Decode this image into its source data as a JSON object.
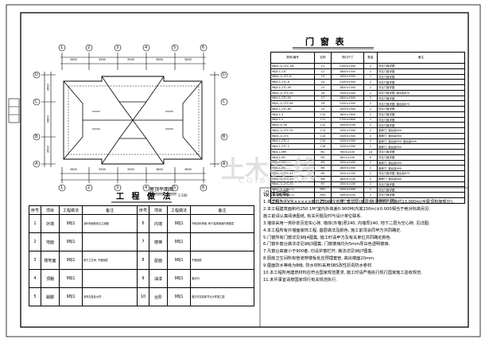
{
  "plan": {
    "caption": "屋顶平面图",
    "scale": "1:100",
    "dims_top": [
      "3600",
      "3900",
      "3900",
      "3600",
      "3600"
    ],
    "dims_bottom": [
      "3600",
      "3900",
      "3900",
      "3600",
      "3600"
    ],
    "dims_left": [
      "3600",
      "4800",
      "3600"
    ],
    "col_axes": [
      "1",
      "2",
      "3",
      "4",
      "5",
      "6"
    ],
    "row_axes": [
      "D",
      "C",
      "B",
      "A"
    ]
  },
  "door_table": {
    "title": "门 窗 表",
    "headers": [
      "类别/编号",
      "名称",
      "洞口尺寸",
      "数量",
      "备注"
    ],
    "rows": [
      [
        "98J4(-1)-2TC-1M",
        "C1",
        "2100×1500",
        "2",
        "详见门窗详图"
      ],
      [
        "98J4-1-2TC",
        "C2",
        "1800×1500",
        "2",
        "详见门窗详图"
      ],
      [
        "98J4(-1)-2TC-6",
        "C3",
        "1500×1500",
        "1",
        "详见门窗详图"
      ],
      [
        "98J4-1-2TC-6",
        "C4",
        "2100×1500",
        "2",
        "详见门窗详图"
      ],
      [
        "98J4-1-2TC-45",
        "C5",
        "1800×1500",
        "2",
        "详见门窗详图"
      ],
      [
        "98J4(-1)-2TC-55",
        "C6",
        "1500×1500",
        "2",
        "详见门窗详图, 窗台高875"
      ],
      [
        "98J4-1-2TC-55",
        "C7",
        "1800×1500",
        "2",
        "详见门窗详图"
      ],
      [
        "98J4(-1)-2TC-65",
        "C8",
        "2100×1500",
        "2",
        "详见门窗详图, 窗台高875"
      ],
      [
        "98J4-1-2TC-65",
        "C9",
        "1500×1500",
        "2",
        "详见门窗详图"
      ],
      [
        "98J4-1-3",
        "C10",
        "1800×1800",
        "2",
        "详见门窗详图"
      ],
      [
        "98J4-1-2",
        "C11",
        "2700×2800",
        "1",
        "详见门窗详图"
      ],
      [
        "98J4(-1)-50",
        "C12",
        "1500×2100",
        "2",
        "详见门窗详图"
      ],
      [
        "98J4(-1)-2TC-50",
        "C13",
        "1500×1500",
        "2",
        "各种门, 窗台高900"
      ],
      [
        "98J4(-1)-1TC",
        "C14",
        "1500×1500",
        "2",
        "各种门, 窗台高900"
      ],
      [
        "98J4-1-2TC-1",
        "C15",
        "1200×1500",
        "2",
        "各种门, 窗台高900, 窗台高900"
      ],
      [
        "98J4-1-2TC-2",
        "C16",
        "1200×1500",
        "2",
        "各种门, 窗台高900"
      ],
      [
        "98J4-1-MM",
        "M1",
        "900×2100",
        "14",
        "详见门窗详图"
      ],
      [
        "98J4-1-M2",
        "M2",
        "800×2100",
        "6",
        "详见门窗详图"
      ],
      [
        "98J4-1-M3",
        "M3",
        "1500×2400",
        "2",
        "各种门, 窗台高900"
      ],
      [
        "98J4-1-M4",
        "M4",
        "1800×2400",
        "2",
        "各种门, 窗台高900"
      ],
      [
        "98J4(-1)-2TC-45",
        "M5",
        "1500×2100",
        "2",
        "详见门窗详图, 窗台高875"
      ],
      [
        "98J4(-1)-2TC-45",
        "M6",
        "1800×2100",
        "2",
        "各种门, 窗台高900"
      ],
      [
        "98J4(-1)-2TC-50",
        "M7",
        "1500×2100",
        "2",
        "详见门窗详图"
      ],
      [
        "98J4(-1)-Ldts(-1)",
        "FM1",
        "1500×2400",
        "1",
        "详见门窗详图"
      ],
      [
        "98J4(-1)-Ldts(-1)",
        "FM2",
        "1000×2100",
        "2",
        "详见门窗详图"
      ],
      [
        "98J4(-1)-2TC-50",
        "TM1",
        "1500×2100",
        "2",
        "详见门窗详图"
      ]
    ]
  },
  "works_table": {
    "title": "工 程 做 法",
    "headers": [
      "序号",
      "项目",
      "工程做法",
      "备注",
      "序号",
      "项目",
      "工程做法",
      "备注"
    ],
    "rows": [
      [
        "1",
        "外墙",
        "98J1",
        "涂料饰面颜色见立面图",
        "6",
        "内墙",
        "98J1",
        "外墙涂料饰面, 刷于建筑墙面内侧基层"
      ],
      [
        "2",
        "地面",
        "98J1",
        "",
        "7",
        "楼梯",
        "98J1",
        ""
      ],
      [
        "3",
        "楼地面",
        "98J1",
        "用于卫生间, 不做面层",
        "8",
        "屋面",
        "98J1",
        "不做面层"
      ],
      [
        "4",
        "顶棚",
        "98J1",
        "",
        "9",
        "油漆",
        "98J1",
        "做法50"
      ],
      [
        "5",
        "踢脚",
        "98J1",
        "涂饰见各处大样",
        "10",
        "台阶",
        "98J1",
        "做法详见各部节点大样施工图"
      ]
    ]
  },
  "notes": {
    "title": "设计说明",
    "lines": [
      "1.本工程为××××××××新村250栋住宅楼, 本三层(底层)砖混结构, 总高约13.000m(含屋顶构架部分).",
      "2.本工程建筑面积约250.1M²室内外高差0.900M(内底150m)±0.000相当于绝对标高另见.",
      "  施工前请认真阅读图纸, 有关问题及时与设计单位联系.",
      "3.墙体采用一类砂浆页岩实心砖, 墙体(外墙)厚240, 内墙厚240, 地下二层为空心砖, 见详图.",
      "4.本工程所有外墙面装饰工程, 基层做法及颜色, 施工前须会同甲方共同确定.",
      "5.门窗所有门窗详见98J4图集, 施工时请甲方及有关单位共同确定颜色.",
      "6.门窗外窗台做法详见98J3图集. 门窗玻璃均为5mm厚白色透明玻璃.",
      "7.凡窗台高度小于900者, 均设护窗栏杆, 做法详见98J7图集.",
      "8.厨房卫生间所有管道穿楼板处应预埋套管, 高出楼面20mm.",
      "9.屋面防水等级为Ⅲ级, 防水材料采用SBS改性沥青防水卷材.",
      "10.本工程所用建筑材料应符合国家规范要求, 施工时请严格执行现行国家施工验收规范.",
      "11.未尽事宜请按国家现行有关规范执行."
    ]
  },
  "watermark": {
    "text": "土木在线",
    "sub": "COIBEI.COM"
  }
}
